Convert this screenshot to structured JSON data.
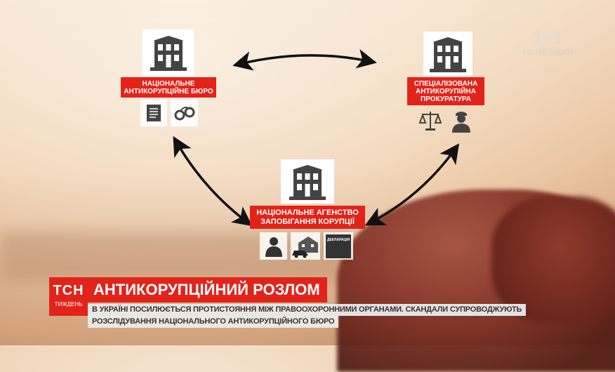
{
  "broadcast": {
    "channel_logo": "1+1",
    "channel_slogan": "ТИ НЕ ОДИН",
    "show_logo": "ТСН",
    "show_sub": "ТИЖДЕНЬ"
  },
  "diagram": {
    "nabu": {
      "label_line1": "НАЦІОНАЛЬНЕ",
      "label_line2": "АНТИКОРУПЦІЙНЕ БЮРО",
      "icons": [
        "building-icon",
        "document-icon",
        "handcuffs-icon"
      ]
    },
    "sap": {
      "label_line1": "СПЕЦІАЛІЗОВАНА",
      "label_line2": "АНТИКОРУПІЙНА",
      "label_line3": "ПРОКУРАТУРА",
      "icons": [
        "building-icon",
        "scales-icon",
        "police-officer-icon"
      ]
    },
    "nazk": {
      "label_line1": "НАЦІОНАЛЬНЕ АГЕНСТВО",
      "label_line2": "ЗАПОБІГАННЯ КОРУПЦІЇ",
      "declaration_text": "ДЕКЛАРАЦІЯ",
      "icons": [
        "building-icon",
        "person-icon",
        "house-car-icon",
        "declaration-book-icon"
      ]
    }
  },
  "lower_third": {
    "headline": "АНТИКОРУПЦІЙНИЙ РОЗЛОМ",
    "line1": "В УКРАЇНІ ПОСИЛЮЄТЬСЯ ПРОТИСТОЯННЯ МІЖ ПРАВООХОРОННИМИ ОРГАНАМИ. СКАНДАЛИ СУПРОВОДЖУЮТЬ",
    "line2": "РОЗСЛІДУВАННЯ НАЦІОНАЛЬНОГО АНТИКОРУПЦІЙНОГО БЮРО"
  },
  "colors": {
    "accent": "#e2231a",
    "icon": "#3a3a3a"
  }
}
